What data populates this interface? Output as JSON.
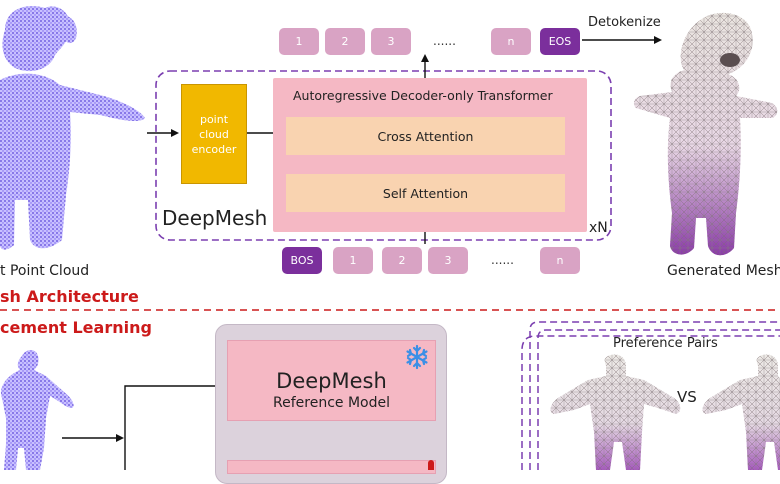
{
  "top": {
    "output_tokens": [
      "1",
      "2",
      "3",
      "......",
      "n",
      "EOS"
    ],
    "input_tokens": [
      "BOS",
      "1",
      "2",
      "3",
      "......",
      "n"
    ],
    "detokenize_label": "Detokenize",
    "encoder_label": "point cloud encoder",
    "transformer_title": "Autoregressive Decoder-only Transformer",
    "cross_attention": "Cross Attention",
    "self_attention": "Self Attention",
    "repeat_label": "xN",
    "model_name": "DeepMesh",
    "input_caption": "t Point Cloud",
    "output_caption": "Generated Mesh"
  },
  "sections": {
    "architecture": "sh Architecture",
    "rl": "cement Learning"
  },
  "bottom": {
    "model_title": "DeepMesh",
    "model_subtitle": "Reference Model",
    "preference_title": "Preference Pairs",
    "vs_label": "VS"
  },
  "colors": {
    "accent_purple": "#7b2f9c",
    "token_pink": "#d9a3c4",
    "transformer_pink": "#f5b8c4",
    "attention_peach": "#f9d3b0",
    "encoder_yellow": "#f1b800",
    "section_red": "#cc1a1a",
    "dashed_purple": "#7b3fb0",
    "point_cloud_blue": "#6a55e0"
  },
  "icons": {
    "frozen": "snowflake-icon"
  }
}
